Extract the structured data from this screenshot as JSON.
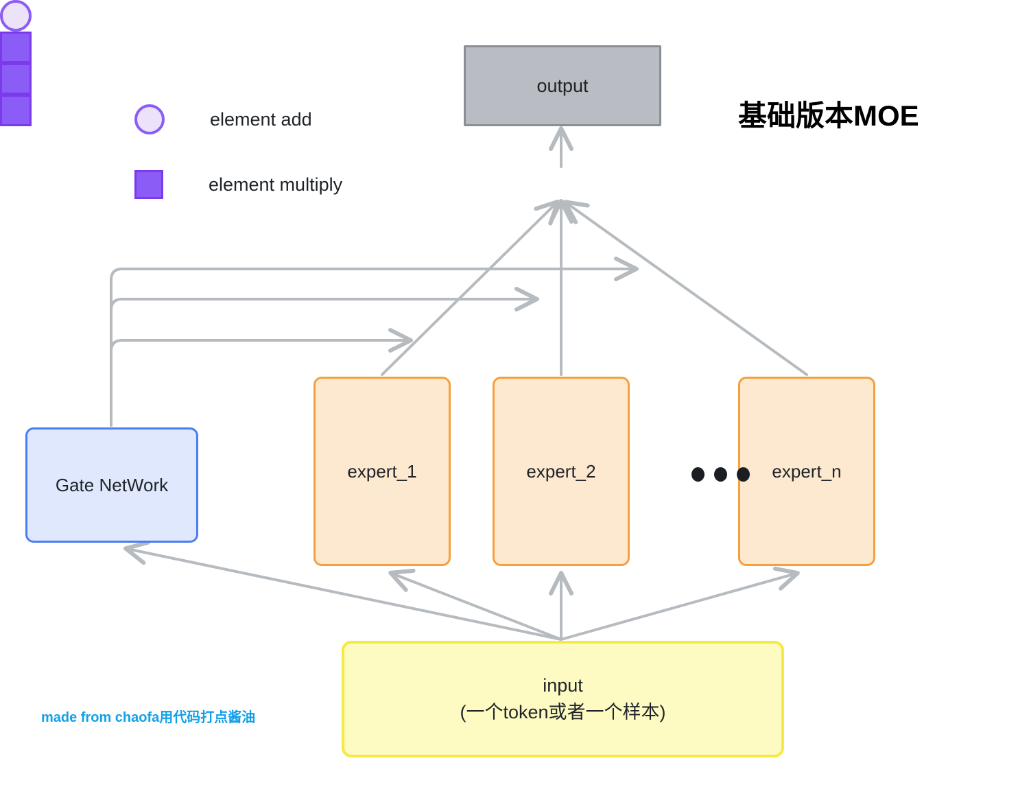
{
  "title": "基础版本MOE",
  "watermark": "made from chaofa用代码打点酱油",
  "legend": {
    "items": [
      {
        "icon": "circle",
        "label": "element add",
        "fill": "#ece3fb",
        "stroke": "#8b5cf6"
      },
      {
        "icon": "square",
        "label": "element multiply",
        "fill": "#8b5cf6",
        "stroke": "#7c3aed"
      }
    ]
  },
  "nodes": {
    "output": {
      "label": "output",
      "fill": "#b9bdc3",
      "stroke": "#8a8f96"
    },
    "gate": {
      "label": "Gate NetWork",
      "fill": "#dfe8fd",
      "stroke": "#4a7cf6"
    },
    "experts": [
      {
        "label": "expert_1"
      },
      {
        "label": "expert_2"
      },
      {
        "label": "expert_n"
      }
    ],
    "expert_style": {
      "fill": "#fde8d0",
      "stroke": "#f5a03c"
    },
    "ellipsis": "• • •",
    "input": {
      "label_line1": "input",
      "label_line2": "(一个token或者一个样本)",
      "fill": "#fdfac2",
      "stroke": "#f7e93f"
    },
    "add_op": {
      "name": "element add",
      "fill": "#ece3fb",
      "stroke": "#8b5cf6"
    },
    "multiply_ops": [
      {
        "name": "multiply expert_1 by gate weight"
      },
      {
        "name": "multiply expert_2 by gate weight"
      },
      {
        "name": "multiply expert_n by gate weight"
      }
    ]
  },
  "edges": {
    "stroke": "#b6bbc0",
    "list": [
      "input -> gate",
      "input -> expert_1",
      "input -> expert_2",
      "input -> expert_n",
      "gate -> multiply_1",
      "gate -> multiply_2",
      "gate -> multiply_3",
      "expert_1 -> add",
      "expert_2 -> add",
      "expert_n -> add",
      "add -> output"
    ]
  }
}
